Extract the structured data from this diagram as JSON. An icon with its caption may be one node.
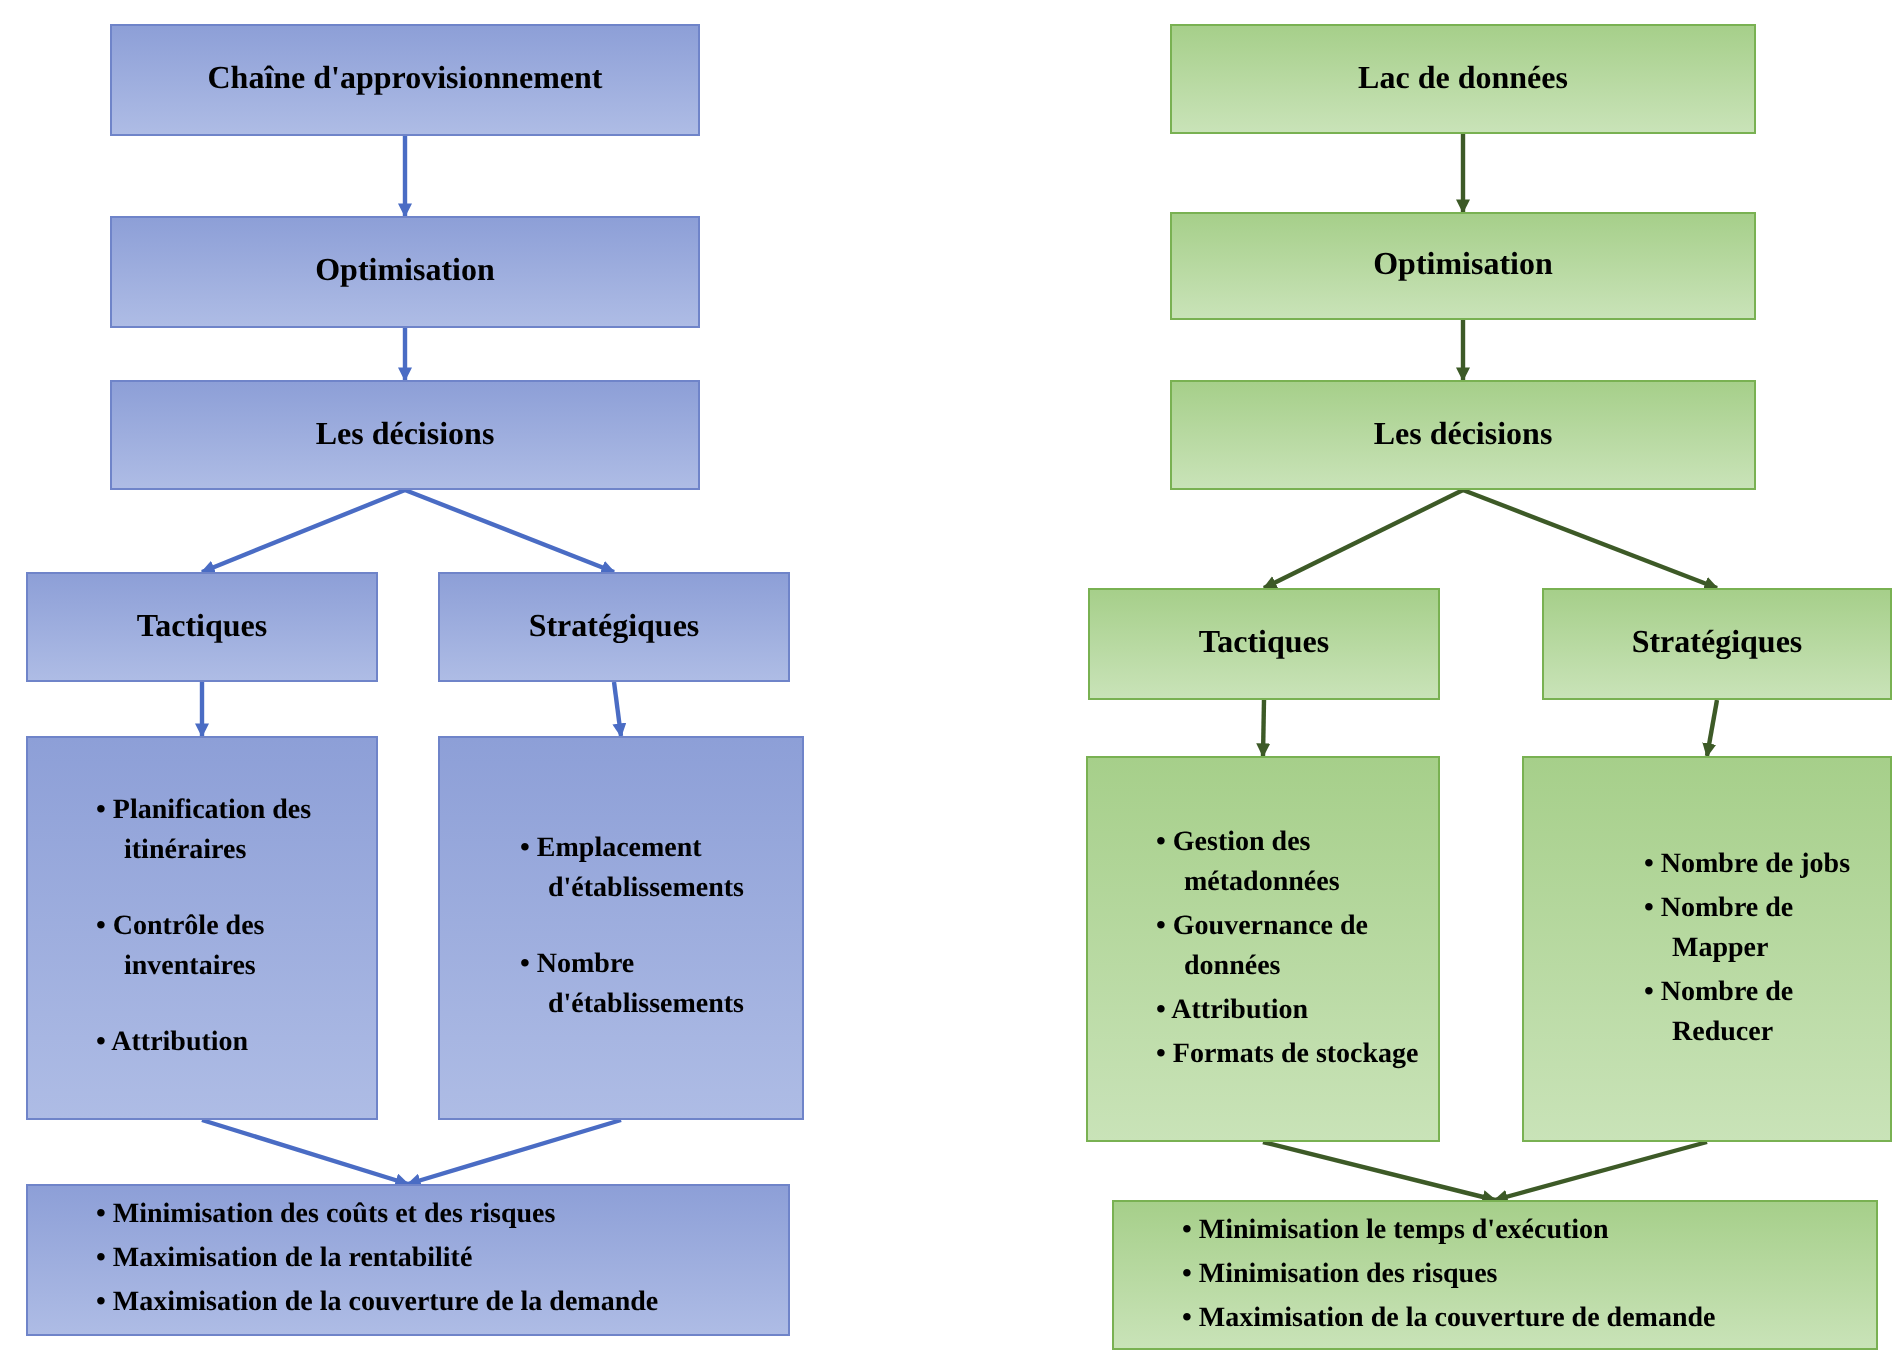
{
  "diagram": {
    "nodes": [
      {
        "text": [
          "Chaîne d'approvisionnement"
        ]
      },
      {
        "text": [
          "Optimisation"
        ]
      },
      {
        "text": [
          "Les décisions"
        ]
      },
      {
        "text": [
          "Tactiques"
        ]
      },
      {
        "text": [
          "Stratégiques"
        ]
      },
      {
        "text": [
          "• Planification des itinéraires",
          "• Contrôle des inventaires",
          "• Attribution"
        ]
      },
      {
        "text": [
          "• Emplacement d'établissements",
          "• Nombre d'établissements"
        ]
      },
      {
        "text": [
          "• Minimisation des coûts et des risques",
          "• Maximisation de la rentabilité",
          "• Maximisation de la couverture de la demande"
        ]
      },
      {
        "text": [
          "Lac de données"
        ]
      },
      {
        "text": [
          "Optimisation"
        ]
      },
      {
        "text": [
          "Les décisions"
        ]
      },
      {
        "text": [
          "Tactiques"
        ]
      },
      {
        "text": [
          "Stratégiques"
        ]
      },
      {
        "text": [
          "• Gestion des métadonnées",
          "• Gouvernance de données",
          "• Attribution",
          "• Formats de stockage"
        ]
      },
      {
        "text": [
          "• Nombre de jobs",
          "• Nombre de Mapper",
          "• Nombre de Reducer"
        ]
      },
      {
        "text": [
          "• Minimisation le temps d'exécution",
          "• Minimisation des risques",
          "• Maximisation de la couverture de demande"
        ]
      }
    ],
    "edges": [
      {
        "from": 0,
        "to": 1,
        "arrow": "to"
      },
      {
        "from": 1,
        "to": 2,
        "arrow": "to"
      },
      {
        "from": 2,
        "to": 3,
        "arrow": "to"
      },
      {
        "from": 2,
        "to": 4,
        "arrow": "to"
      },
      {
        "from": 3,
        "to": 5,
        "arrow": "to"
      },
      {
        "from": 4,
        "to": 6,
        "arrow": "to"
      },
      {
        "from": 5,
        "to": 7,
        "arrow": "to"
      },
      {
        "from": 6,
        "to": 7,
        "arrow": "to"
      },
      {
        "from": 8,
        "to": 9,
        "arrow": "to",
        "color": "#3d5a27"
      },
      {
        "from": 9,
        "to": 10,
        "arrow": "to",
        "color": "#3d5a27"
      },
      {
        "from": 10,
        "to": 11,
        "arrow": "to",
        "color": "#3d5a27"
      },
      {
        "from": 10,
        "to": 12,
        "arrow": "to",
        "color": "#3d5a27"
      },
      {
        "from": 11,
        "to": 13,
        "arrow": "to",
        "color": "#3d5a27"
      },
      {
        "from": 12,
        "to": 14,
        "arrow": "to",
        "color": "#3d5a27"
      },
      {
        "from": 13,
        "to": 15,
        "arrow": "to",
        "color": "#3d5a27"
      },
      {
        "from": 14,
        "to": 15,
        "arrow": "to",
        "color": "#3d5a27"
      }
    ]
  }
}
